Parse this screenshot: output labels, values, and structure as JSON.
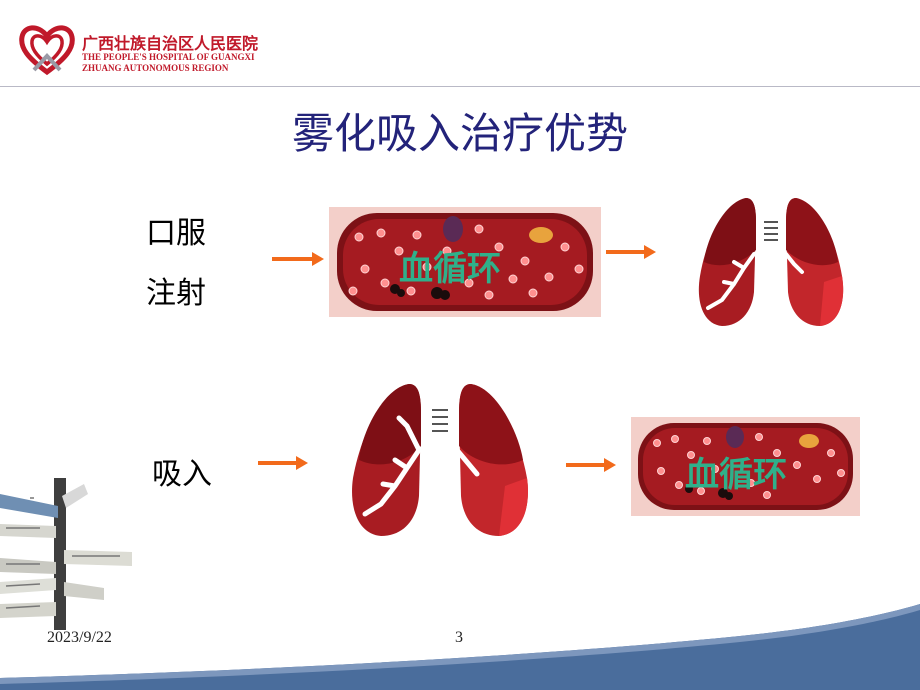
{
  "header": {
    "hospital_cn": "广西壮族自治区人民医院",
    "hospital_en_line1": "THE PEOPLE'S HOSPITAL OF GUANGXI",
    "hospital_en_line2": "ZHUANG AUTONOMOUS REGION"
  },
  "slide": {
    "title": "雾化吸入治疗优势",
    "route_oral": "口服",
    "route_injection": "注射",
    "route_inhalation": "吸入",
    "vessel_label_top": "血循环",
    "vessel_label_bottom": "血循环"
  },
  "footer": {
    "date": "2023/9/22",
    "page_number": "3"
  },
  "colors": {
    "brand_red": "#c0192a",
    "title_navy": "#23237a",
    "arrow_orange": "#f26a1b",
    "vessel_text": "#2fb08a",
    "footer_band": "#4a6d9c"
  },
  "icons": [
    "hospital-logo-icon",
    "signpost-icon",
    "arrow-right-icon",
    "blood-vessel-icon",
    "lungs-icon"
  ]
}
